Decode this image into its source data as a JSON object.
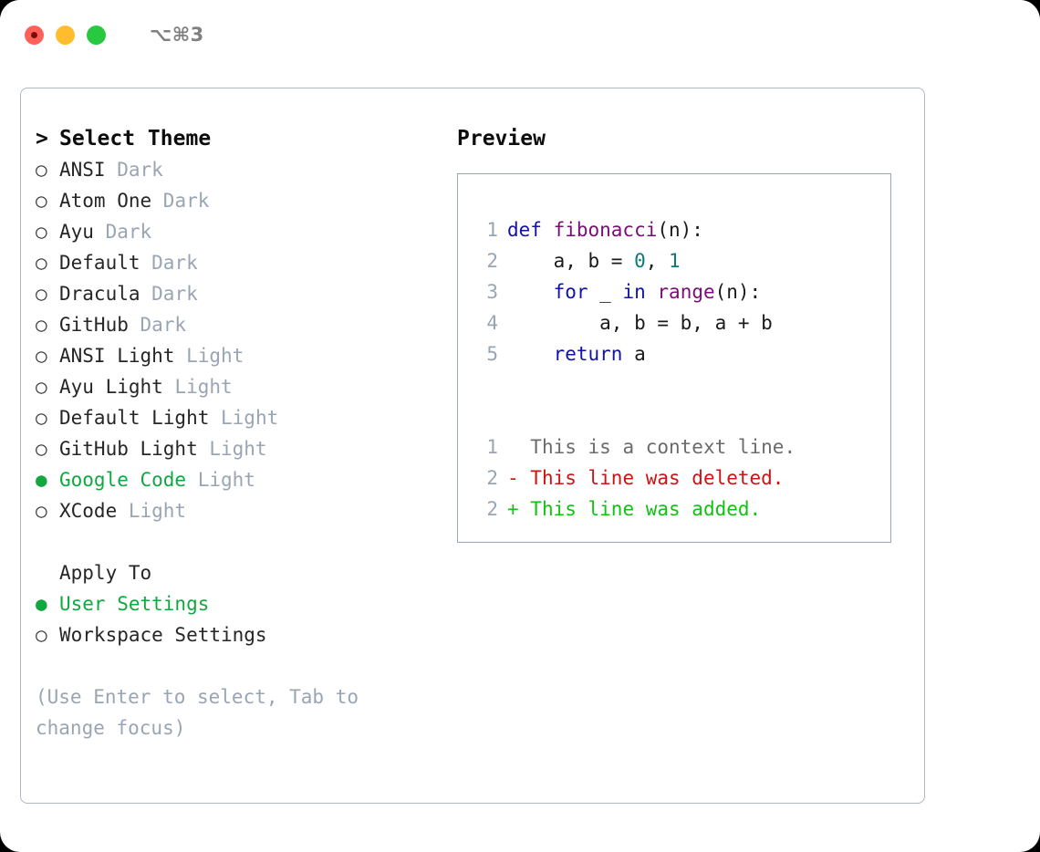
{
  "window": {
    "title": "⌥⌘3",
    "traffic_lights": [
      "close",
      "minimize",
      "maximize"
    ]
  },
  "theme_picker": {
    "heading": "Select Theme",
    "caret": ">",
    "bullet_unselected": "○",
    "bullet_selected": "●",
    "options": [
      {
        "name": "ANSI",
        "tag": "Dark",
        "selected": false
      },
      {
        "name": "Atom One",
        "tag": "Dark",
        "selected": false
      },
      {
        "name": "Ayu",
        "tag": "Dark",
        "selected": false
      },
      {
        "name": "Default",
        "tag": "Dark",
        "selected": false
      },
      {
        "name": "Dracula",
        "tag": "Dark",
        "selected": false
      },
      {
        "name": "GitHub",
        "tag": "Dark",
        "selected": false
      },
      {
        "name": "ANSI Light",
        "tag": "Light",
        "selected": false
      },
      {
        "name": "Ayu Light",
        "tag": "Light",
        "selected": false
      },
      {
        "name": "Default Light",
        "tag": "Light",
        "selected": false
      },
      {
        "name": "GitHub Light",
        "tag": "Light",
        "selected": false
      },
      {
        "name": "Google Code",
        "tag": "Light",
        "selected": true
      },
      {
        "name": "XCode",
        "tag": "Light",
        "selected": false
      }
    ]
  },
  "apply_to": {
    "heading": "Apply To",
    "options": [
      {
        "name": "User Settings",
        "selected": true
      },
      {
        "name": "Workspace Settings",
        "selected": false
      }
    ]
  },
  "hint": "(Use Enter to select, Tab to change focus)",
  "preview": {
    "title": "Preview",
    "code_lines": [
      {
        "lineno": "1",
        "tokens": [
          {
            "t": "def ",
            "c": "kw"
          },
          {
            "t": "fibonacci",
            "c": "fn"
          },
          {
            "t": "(n):",
            "c": "plain"
          }
        ]
      },
      {
        "lineno": "2",
        "tokens": [
          {
            "t": "    a, b = ",
            "c": "plain"
          },
          {
            "t": "0",
            "c": "num"
          },
          {
            "t": ", ",
            "c": "plain"
          },
          {
            "t": "1",
            "c": "num"
          }
        ]
      },
      {
        "lineno": "3",
        "tokens": [
          {
            "t": "    ",
            "c": "plain"
          },
          {
            "t": "for",
            "c": "kw"
          },
          {
            "t": " _ ",
            "c": "plain"
          },
          {
            "t": "in",
            "c": "kw"
          },
          {
            "t": " ",
            "c": "plain"
          },
          {
            "t": "range",
            "c": "fn"
          },
          {
            "t": "(n):",
            "c": "plain"
          }
        ]
      },
      {
        "lineno": "4",
        "tokens": [
          {
            "t": "        a, b = b, a + b",
            "c": "plain"
          }
        ]
      },
      {
        "lineno": "5",
        "tokens": [
          {
            "t": "    ",
            "c": "plain"
          },
          {
            "t": "return",
            "c": "kw"
          },
          {
            "t": " a",
            "c": "plain"
          }
        ]
      }
    ],
    "diff_lines": [
      {
        "lineno": "1",
        "marker": "  ",
        "text": "This is a context line.",
        "kind": "ctx"
      },
      {
        "lineno": "2",
        "marker": "- ",
        "text": "This line was deleted.",
        "kind": "del"
      },
      {
        "lineno": "2",
        "marker": "+ ",
        "text": "This line was added.",
        "kind": "add"
      }
    ]
  },
  "colors": {
    "accent_green": "#11a83f",
    "muted_gray": "#9aa5b4",
    "border": "#aeb7c4",
    "keyword_blue": "#1212a8",
    "function_purple": "#7b0d78",
    "number_teal": "#0c7a78",
    "diff_delete_red": "#cc1414",
    "diff_add_green": "#12c212",
    "title_gray": "#808080"
  }
}
